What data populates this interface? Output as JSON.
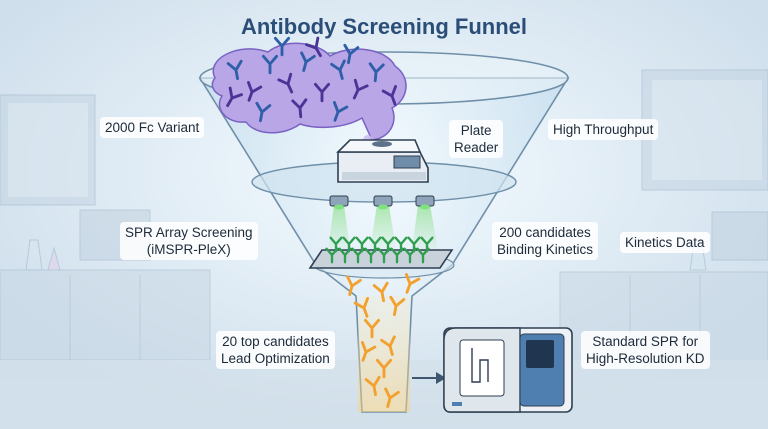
{
  "title": "Antibody Screening Funnel",
  "stages": {
    "fc_variant": "2000 Fc Variant",
    "plate_reader": [
      "Plate",
      "Reader"
    ],
    "high_throughput": "High Throughput",
    "spr_array": [
      "SPR Array Screening",
      "(iMSPR-PleX)"
    ],
    "candidates_200": [
      "200 candidates",
      "Binding Kinetics"
    ],
    "kinetics_data": "Kinetics Data",
    "candidates_20": [
      "20 top candidates",
      "Lead Optimization"
    ],
    "standard_spr": [
      "Standard SPR for",
      "High-Resolution KD"
    ]
  },
  "colors": {
    "title": "#2b4e78",
    "antibody_purple": "#5a3fa6",
    "antibody_green": "#2f9e4f",
    "antibody_orange": "#f2a12e",
    "instrument_blue": "#3f6f9c"
  },
  "icons": [
    "antibody-cloud-icon",
    "plate-reader-icon",
    "spr-array-chip-icon",
    "spr-instrument-icon"
  ]
}
